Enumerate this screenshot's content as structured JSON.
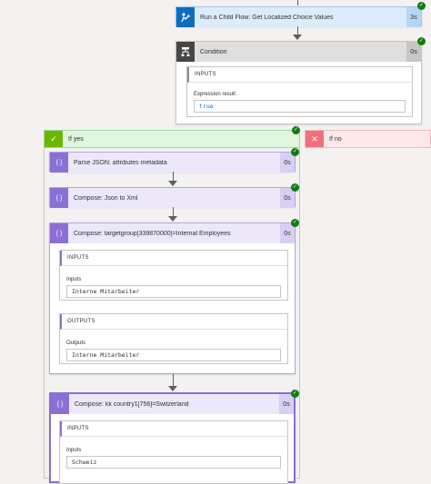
{
  "child_flow": {
    "title": "Run a Child Flow: Get Localized Choice Values",
    "duration": "3s",
    "color": "#0f6cbd"
  },
  "condition": {
    "title": "Condition",
    "duration": "0s",
    "inputs_header": "INPUTS",
    "expression_label": "Expression result",
    "expression_value": "true"
  },
  "branches": {
    "yes_label": "If yes",
    "no_label": "If no"
  },
  "actions": {
    "parse_json": {
      "title": "Parse JSON: attributes metadata",
      "duration": "0s"
    },
    "compose_xml": {
      "title": "Compose: Json to Xml",
      "duration": "0s"
    },
    "compose_target": {
      "title": "Compose: targetgroup[339870000]=Internal Employees",
      "duration": "0s",
      "inputs_header": "INPUTS",
      "inputs_label": "Inputs",
      "inputs_value": "Interne Mitarbeiter",
      "outputs_header": "OUTPUTS",
      "outputs_label": "Outputs",
      "outputs_value": "Interne Mitarbeiter"
    },
    "compose_country": {
      "title": "Compose: kk country1[756]=Switzerland",
      "duration": "0s",
      "inputs_header": "INPUTS",
      "inputs_label": "Inputs",
      "inputs_value": "Schweiz"
    }
  },
  "icons": {
    "check": "checkmark-icon",
    "compose": "curly-braces-icon",
    "child_flow": "run-flow-icon",
    "condition": "condition-icon",
    "cross": "cross-icon"
  },
  "glyphs": {
    "check": "✓",
    "braces": "{ }",
    "cross": "✕"
  }
}
